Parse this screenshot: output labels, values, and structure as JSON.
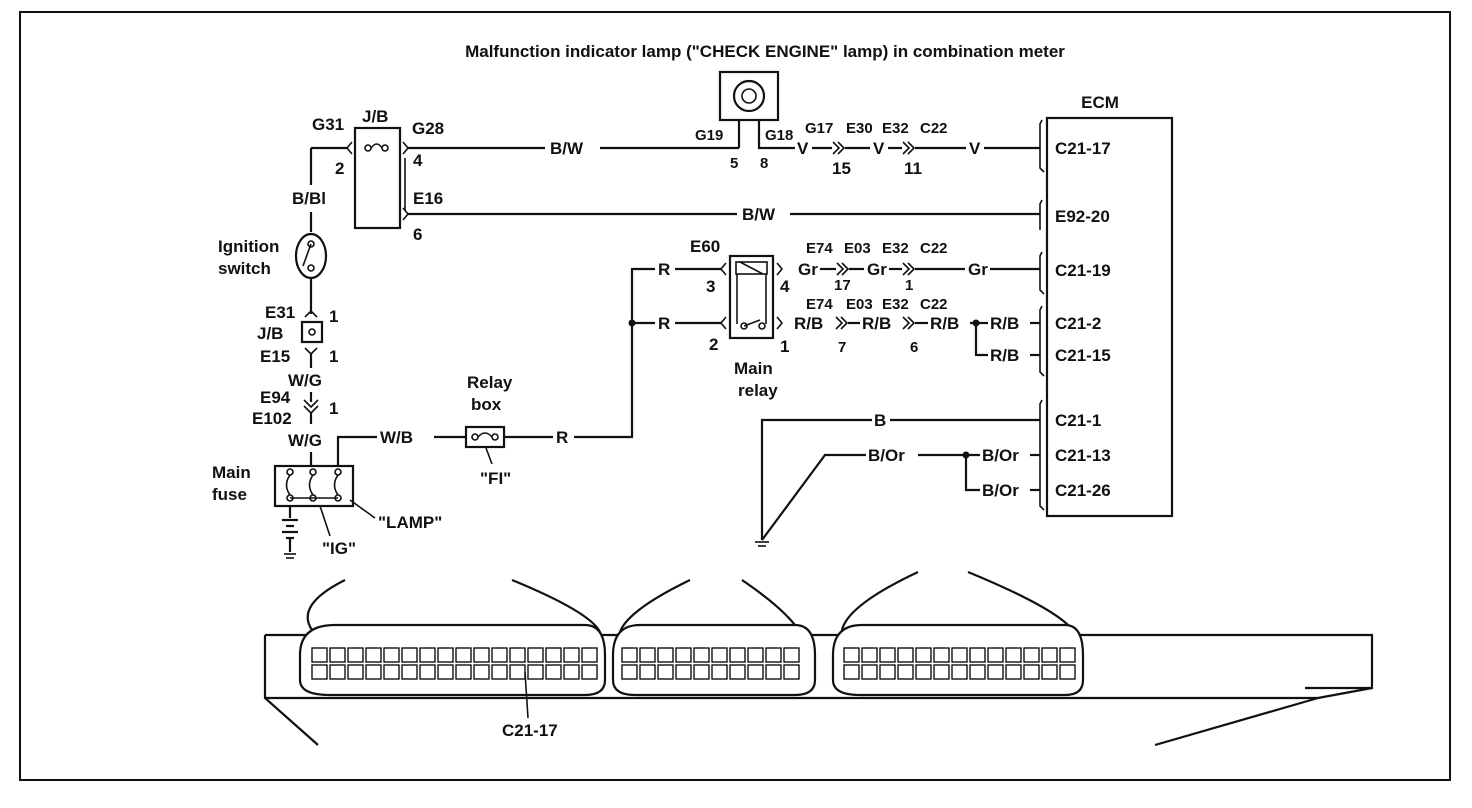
{
  "title": "Malfunction indicator lamp (\"CHECK ENGINE\" lamp) in combination meter",
  "components": {
    "ecm": "ECM",
    "jb_top": "J/B",
    "jb_lower": "J/B",
    "ignition_switch_1": "Ignition",
    "ignition_switch_2": "switch",
    "relay_box_1": "Relay",
    "relay_box_2": "box",
    "fi_fuse": "\"FI\"",
    "main_fuse_1": "Main",
    "main_fuse_2": "fuse",
    "ig_fuse": "\"IG\"",
    "lamp_fuse": "\"LAMP\"",
    "main_relay_1": "Main",
    "main_relay_2": "relay"
  },
  "connectors": {
    "g31": "G31",
    "g28": "G28",
    "e16": "E16",
    "g19": "G19",
    "g18": "G18",
    "g17": "G17",
    "e30": "E30",
    "e32_a": "E32",
    "c22_a": "C22",
    "e60": "E60",
    "e74_a": "E74",
    "e03_a": "E03",
    "e32_b": "E32",
    "c22_b": "C22",
    "e74_b": "E74",
    "e03_b": "E03",
    "e32_c": "E32",
    "c22_c": "C22",
    "e31": "E31",
    "e15": "E15",
    "e94": "E94",
    "e102": "E102"
  },
  "pins": {
    "g31_2": "2",
    "g28_4": "4",
    "e16_6": "6",
    "g19_5": "5",
    "g18_8": "8",
    "e30_15": "15",
    "c22_11": "11",
    "relay_3": "3",
    "relay_4": "4",
    "relay_2": "2",
    "relay_1": "1",
    "e03_17": "17",
    "c22_1": "1",
    "e03_7": "7",
    "c22_6": "6",
    "e31_1": "1",
    "e15_1": "1",
    "e102_1": "1"
  },
  "ecm_terminals": [
    "C21-17",
    "E92-20",
    "C21-19",
    "C21-2",
    "C21-15",
    "C21-1",
    "C21-13",
    "C21-26"
  ],
  "wires": {
    "bw_top": "B/W",
    "bw_lower": "B/W",
    "bbl": "B/Bl",
    "v1": "V",
    "v2": "V",
    "v3": "V",
    "r_top": "R",
    "r_mid": "R",
    "r_bottom": "R",
    "gr1": "Gr",
    "gr2": "Gr",
    "gr3": "Gr",
    "rb1": "R/B",
    "rb2": "R/B",
    "rb3": "R/B",
    "rb4": "R/B",
    "rb5": "R/B",
    "wg1": "W/G",
    "wg2": "W/G",
    "wb": "W/B",
    "b": "B",
    "bor1": "B/Or",
    "bor2": "B/Or",
    "bor3": "B/Or"
  },
  "ecm_connector_label": "C21-17"
}
